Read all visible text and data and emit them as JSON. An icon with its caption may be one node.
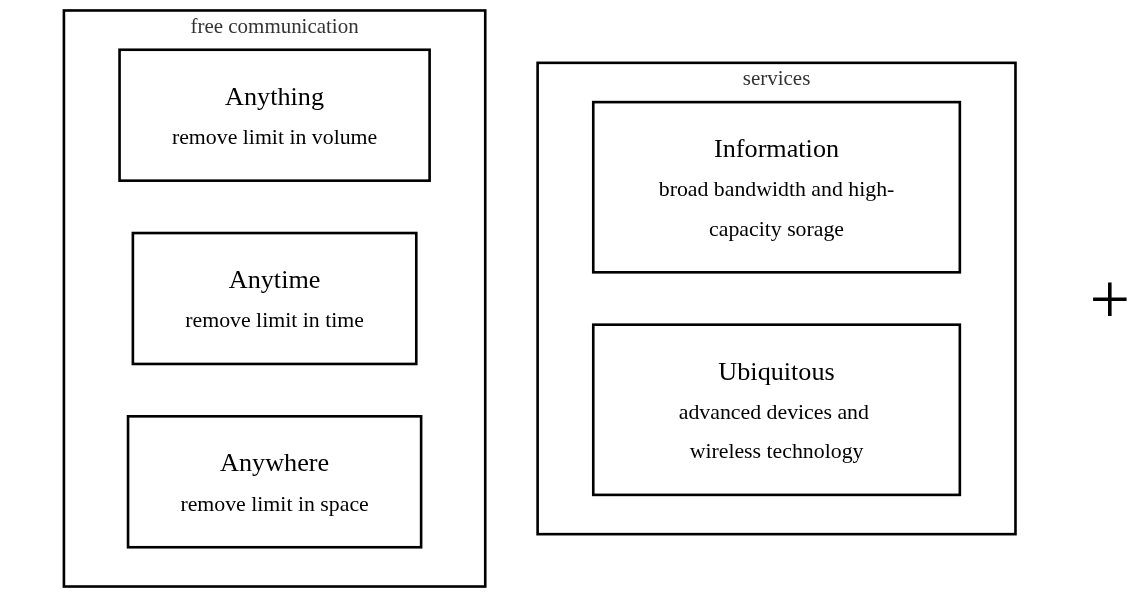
{
  "diagram": {
    "nodes": [
      {
        "text": [
          "services"
        ]
      },
      {
        "text": [
          "Information",
          "broad bandwidth and high-capacity sorage"
        ],
        "in": 0
      },
      {
        "text": [
          "Ubiquitous",
          "advanced devices and wireless technology"
        ],
        "in": 0
      },
      {
        "text": [
          "free communication"
        ]
      },
      {
        "text": [
          "Anything",
          "remove limit in volume"
        ],
        "in": 3
      },
      {
        "text": [
          "Anytime",
          "remove limit in time"
        ],
        "in": 3
      },
      {
        "text": [
          "Anywhere",
          "remove limit in space"
        ],
        "in": 3
      }
    ],
    "labels": [
      "+"
    ]
  }
}
